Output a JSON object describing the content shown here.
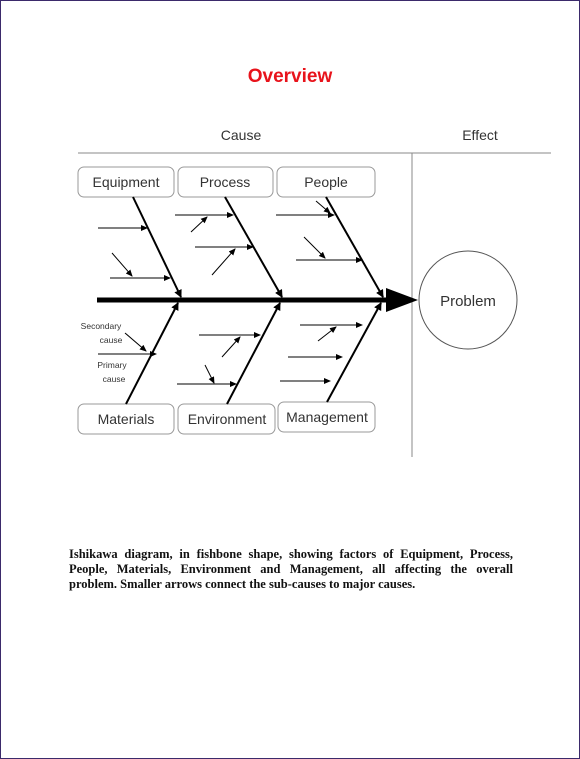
{
  "title": "Overview",
  "headers": {
    "cause": "Cause",
    "effect": "Effect"
  },
  "categories": {
    "top": [
      "Equipment",
      "Process",
      "People"
    ],
    "bottom": [
      "Materials",
      "Environment",
      "Management"
    ]
  },
  "effect_label": "Problem",
  "annotations": {
    "secondary_line1": "Secondary",
    "secondary_line2": "cause",
    "primary_line1": "Primary",
    "primary_line2": "cause"
  },
  "caption": "Ishikawa diagram, in fishbone shape, showing factors of Equipment, Process, People, Materials, Environment and Management, all affecting the overall problem. Smaller arrows connect the sub-causes to major causes.",
  "colors": {
    "title": "#e8131b",
    "lines": "#000000",
    "box_border": "#999999",
    "text": "#333333"
  }
}
